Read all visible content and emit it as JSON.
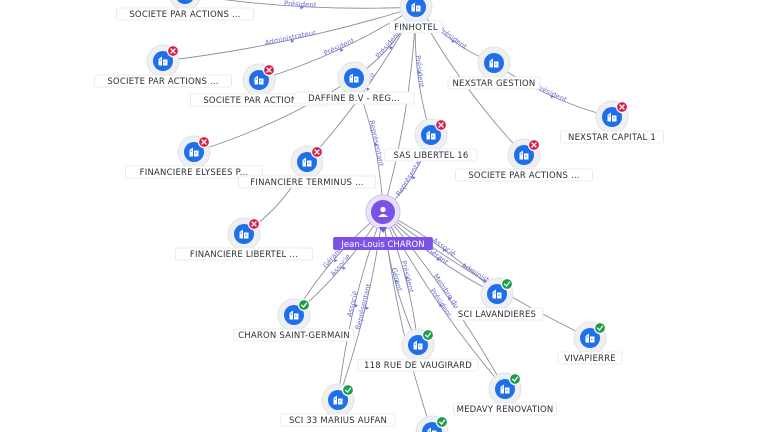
{
  "person": {
    "label": "Jean-Louis CHARON"
  },
  "nodes": [
    {
      "id": "n1",
      "label": "SOCIETE PAR ACTIONS ...",
      "status": "closed"
    },
    {
      "id": "n2",
      "label": "FINHOTEL",
      "status": "none"
    },
    {
      "id": "n3",
      "label": "SOCIETE PAR ACTIONS ...",
      "status": "closed"
    },
    {
      "id": "n4",
      "label": "SOCIETE PAR ACTIONS ...",
      "status": "closed"
    },
    {
      "id": "n5",
      "label": "DAFFINE B.V - REG...",
      "status": "none"
    },
    {
      "id": "n6",
      "label": "NEXSTAR GESTION",
      "status": "none"
    },
    {
      "id": "n7",
      "label": "NEXSTAR CAPITAL 1",
      "status": "closed"
    },
    {
      "id": "n8",
      "label": "SAS LIBERTEL 16",
      "status": "closed"
    },
    {
      "id": "n9",
      "label": "SOCIETE PAR ACTIONS ...",
      "status": "closed"
    },
    {
      "id": "n10",
      "label": "FINANCIERE ELYSEES P...",
      "status": "closed"
    },
    {
      "id": "n11",
      "label": "FINANCIERE TERMINUS ...",
      "status": "closed"
    },
    {
      "id": "n12",
      "label": "FINANCIERE LIBERTEL ...",
      "status": "closed"
    },
    {
      "id": "n13",
      "label": "CHARON SAINT-GERMAIN",
      "status": "active"
    },
    {
      "id": "n14",
      "label": "SCI LAVANDIERES",
      "status": "active"
    },
    {
      "id": "n15",
      "label": "VIVAPIERRE",
      "status": "active"
    },
    {
      "id": "n16",
      "label": "118 RUE DE VAUGIRARD",
      "status": "active"
    },
    {
      "id": "n17",
      "label": "MEDAVY RENOVATION",
      "status": "active"
    },
    {
      "id": "n18",
      "label": "SCI 33 MARIUS AUFAN",
      "status": "active"
    },
    {
      "id": "n19",
      "label": "",
      "status": "active"
    }
  ],
  "edges": [
    {
      "from": "n3",
      "to": "n2",
      "label": "Président"
    },
    {
      "from": "n4",
      "to": "n2",
      "label": "Président"
    },
    {
      "from": "n5",
      "to": "n2",
      "label": "Président"
    },
    {
      "from": "n11",
      "to": "n2",
      "label": "Président"
    },
    {
      "from": "n1",
      "to": "n2",
      "label": "Administrateur"
    },
    {
      "from": "n2",
      "to": "n8",
      "label": "Président"
    },
    {
      "from": "n2",
      "to": "n6",
      "label": "Président"
    },
    {
      "from": "n2",
      "to": "n9",
      "label": ""
    },
    {
      "from": "n6",
      "to": "n7",
      "label": "Président"
    },
    {
      "from": "n10",
      "to": "n5",
      "label": ""
    },
    {
      "from": "n12",
      "to": "n11",
      "label": ""
    },
    {
      "from": "person",
      "to": "n5",
      "label": "Représentant"
    },
    {
      "from": "person",
      "to": "n8",
      "label": "Représentant"
    },
    {
      "from": "person",
      "to": "n2",
      "label": ""
    },
    {
      "from": "person",
      "to": "n13",
      "label": "Gérant"
    },
    {
      "from": "person",
      "to": "n13",
      "label": "Associé"
    },
    {
      "from": "person",
      "to": "n14",
      "label": "Gérant"
    },
    {
      "from": "person",
      "to": "n14",
      "label": "Associé"
    },
    {
      "from": "person",
      "to": "n15",
      "label": "Administrateur"
    },
    {
      "from": "person",
      "to": "n16",
      "label": "Gérant"
    },
    {
      "from": "person",
      "to": "n16",
      "label": "Président"
    },
    {
      "from": "person",
      "to": "n17",
      "label": "Président"
    },
    {
      "from": "person",
      "to": "n17",
      "label": "Membre du c..."
    },
    {
      "from": "person",
      "to": "n18",
      "label": "Associé"
    },
    {
      "from": "person",
      "to": "n18",
      "label": "Représentant"
    },
    {
      "from": "person",
      "to": "n19",
      "label": ""
    }
  ],
  "colors": {
    "company": "#1f6feb",
    "person": "#7b52e8",
    "closed_badge": "#d91e48",
    "active_badge": "#1e9e4a",
    "edge": "#8a9199",
    "edge_label": "#6b6fd6"
  }
}
